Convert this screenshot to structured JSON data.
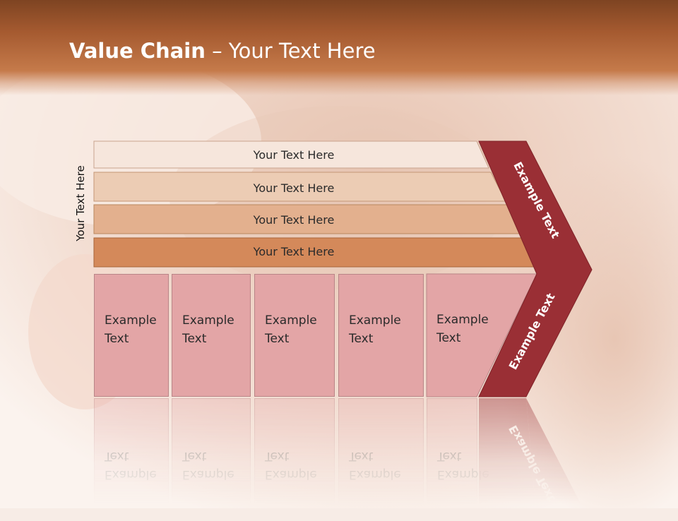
{
  "title": {
    "bold": "Value Chain",
    "rest": " – Your Text Here"
  },
  "side_label": "Your Text Here",
  "bars": [
    "Your Text Here",
    "Your Text Here",
    "Your Text Here",
    "Your Text Here"
  ],
  "boxes": [
    {
      "line1": "Example",
      "line2": "Text"
    },
    {
      "line1": "Example",
      "line2": "Text"
    },
    {
      "line1": "Example",
      "line2": "Text"
    },
    {
      "line1": "Example",
      "line2": "Text"
    },
    {
      "line1": "Example",
      "line2": "Text"
    }
  ],
  "chevron": {
    "upper": "Example Text",
    "lower": "Example Text"
  },
  "colors": {
    "header": "#a55a30",
    "chevron": "#9a2f35",
    "bar1": "#f6e6dc",
    "bar2": "#ecccb4",
    "bar3": "#e3b08e",
    "bar4": "#d4895a",
    "box": "#e3a5a6"
  }
}
